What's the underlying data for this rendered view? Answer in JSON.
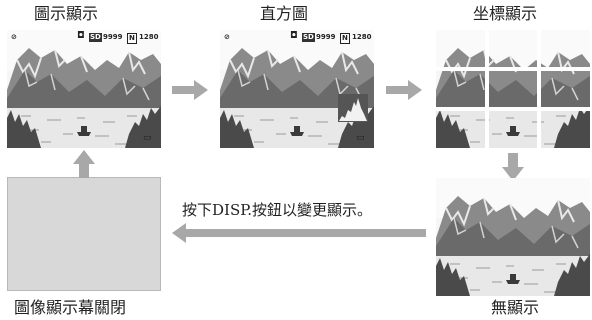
{
  "modes": {
    "display": "圖示顯示",
    "histogram": "直方圖",
    "grid": "坐標顯示",
    "none": "無顯示",
    "screen_off": "圖像顯示幕關閉"
  },
  "instruction": "按下DISP.按鈕以變更顯示。",
  "overlay": {
    "shots": "9999",
    "quality": "N",
    "size": "1280"
  },
  "colors": {
    "arrow": "#a8a8a8",
    "screen_off": "#d8d8d8"
  }
}
